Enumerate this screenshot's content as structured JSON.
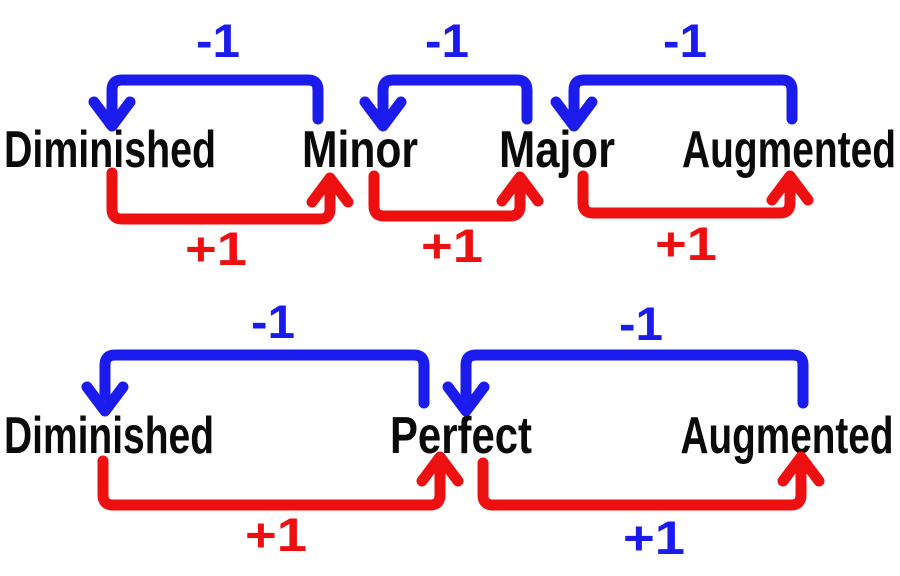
{
  "colors": {
    "blue": "#1b1bee",
    "red": "#ee1010",
    "text": "#0a0a0a",
    "background": "#ffffff"
  },
  "diagram": {
    "title_hint": "interval-quality-alteration-diagram",
    "rows": [
      {
        "terms": [
          "Diminished",
          "Minor",
          "Major",
          "Augmented"
        ],
        "decrease_arrows": [
          {
            "label": "-1",
            "from": "Minor",
            "to": "Diminished"
          },
          {
            "label": "-1",
            "from": "Major",
            "to": "Minor"
          },
          {
            "label": "-1",
            "from": "Augmented",
            "to": "Major"
          }
        ],
        "increase_arrows": [
          {
            "label": "+1",
            "from": "Diminished",
            "to": "Minor"
          },
          {
            "label": "+1",
            "from": "Minor",
            "to": "Major"
          },
          {
            "label": "+1",
            "from": "Major",
            "to": "Augmented"
          }
        ]
      },
      {
        "terms": [
          "Diminished",
          "Perfect",
          "Augmented"
        ],
        "decrease_arrows": [
          {
            "label": "-1",
            "from": "Perfect",
            "to": "Diminished"
          },
          {
            "label": "-1",
            "from": "Augmented",
            "to": "Perfect"
          }
        ],
        "increase_arrows": [
          {
            "label": "+1",
            "from": "Diminished",
            "to": "Perfect"
          },
          {
            "label": "+1",
            "from": "Perfect",
            "to": "Augmented"
          }
        ]
      }
    ]
  }
}
